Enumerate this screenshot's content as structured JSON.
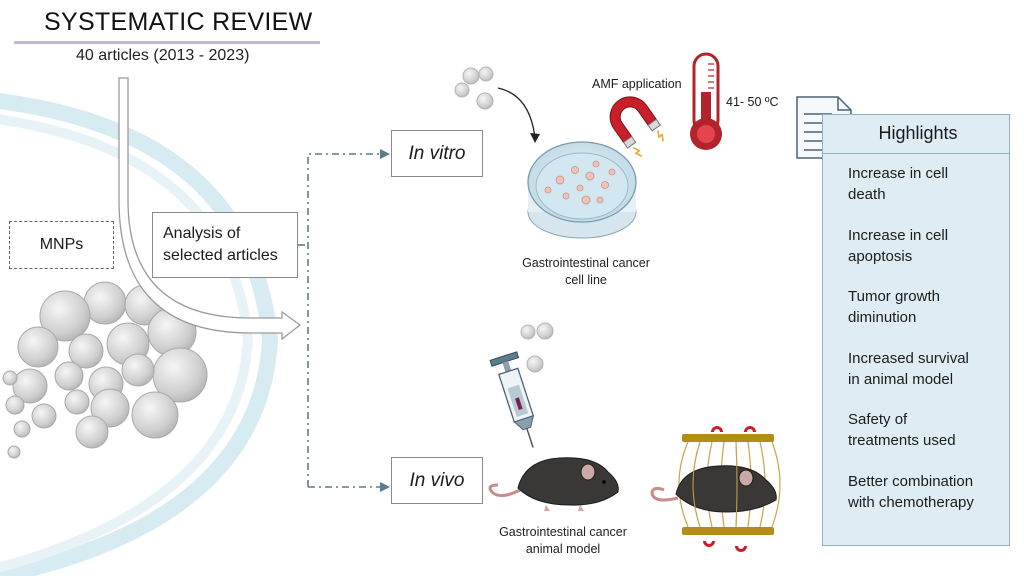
{
  "header": {
    "title": "SYSTEMATIC REVIEW",
    "subtitle": "40 articles (2013 - 2023)"
  },
  "left": {
    "mnps_label": "MNPs",
    "analysis_label_line1": "Analysis of",
    "analysis_label_line2": "selected articles"
  },
  "branches": {
    "in_vitro_label": "In vitro",
    "in_vivo_label": "In vivo"
  },
  "in_vitro": {
    "amf_label": "AMF application",
    "temperature_label": "41- 50 ºC",
    "caption_line1": "Gastrointestinal cancer",
    "caption_line2": "cell line"
  },
  "in_vivo": {
    "caption_line1": "Gastrointestinal cancer",
    "caption_line2": "animal model"
  },
  "highlights": {
    "title": "Highlights",
    "items": [
      {
        "line1": "Increase in cell",
        "line2": "death"
      },
      {
        "line1": "Increase in cell",
        "line2": "apoptosis"
      },
      {
        "line1": "Tumor growth",
        "line2": "diminution"
      },
      {
        "line1": "Increased survival",
        "line2": "in animal model"
      },
      {
        "line1": "Safety of",
        "line2": "treatments used"
      },
      {
        "line1": "Better combination",
        "line2": "with chemotherapy"
      }
    ]
  },
  "colors": {
    "accent_rule": "#c9b3d3",
    "highlights_bg": "#deedf3",
    "arc": "#cfe6ef",
    "dashdot": "#5b7c8c",
    "magnet_red": "#c8202a",
    "thermometer_red": "#b3232b"
  },
  "icons": [
    "nanoparticle-cluster-icon",
    "petri-dish-icon",
    "magnet-icon",
    "thermometer-icon",
    "document-icon",
    "syringe-icon",
    "mouse-icon",
    "caged-mouse-icon"
  ]
}
